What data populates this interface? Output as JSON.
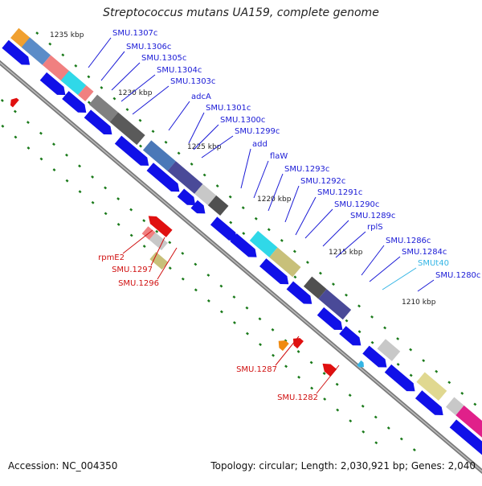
{
  "title": "Streptococcus mutans UA159, complete genome",
  "footer": {
    "accession": "Accession: NC_004350",
    "topology": "Topology: circular; Length: 2,030,921 bp; Genes: 2,040"
  },
  "colors": {
    "forward_label": "#1a1ad6",
    "reverse_label": "#d01010",
    "trna_label": "#33b5e5",
    "forward_arrow": "#1010e8",
    "reverse_arrow": "#e01010",
    "tick": "#1a7a1a",
    "axis": "#7a7a7a"
  },
  "scale_labels": [
    "1235 kbp",
    "1230 kbp",
    "1225 kbp",
    "1220 kbp",
    "1215 kbp",
    "1210 kbp"
  ],
  "forward_genes": [
    "SMU.1307c",
    "SMU.1306c",
    "SMU.1305c",
    "SMU.1304c",
    "SMU.1303c",
    "adcA",
    "SMU.1301c",
    "SMU.1300c",
    "SMU.1299c",
    "add",
    "flaW",
    "SMU.1293c",
    "SMU.1292c",
    "SMU.1291c",
    "SMU.1290c",
    "SMU.1289c",
    "rplS",
    "SMU.1286c",
    "SMU.1284c",
    "SMUt40",
    "SMU.1280c"
  ],
  "reverse_genes": [
    "rpmE2",
    "SMU.1297",
    "SMU.1296",
    "SMU.1287",
    "SMU.1282"
  ]
}
